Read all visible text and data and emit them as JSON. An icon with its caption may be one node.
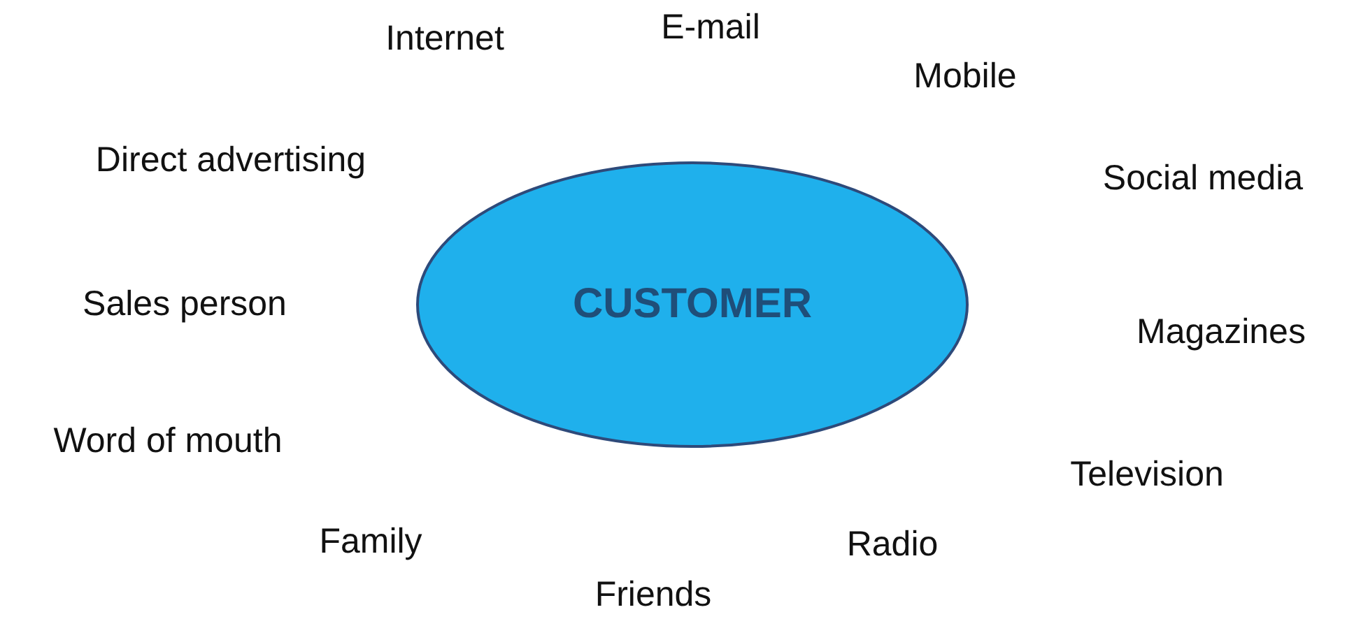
{
  "diagram": {
    "nodes": [
      {
        "text": [
          "CUSTOMER"
        ]
      }
    ],
    "labels": [
      "E-mail",
      "Internet",
      "Mobile",
      "Direct advertising",
      "Social media",
      "Sales person",
      "Magazines",
      "Word of mouth",
      "Television",
      "Family",
      "Radio",
      "Friends"
    ]
  }
}
